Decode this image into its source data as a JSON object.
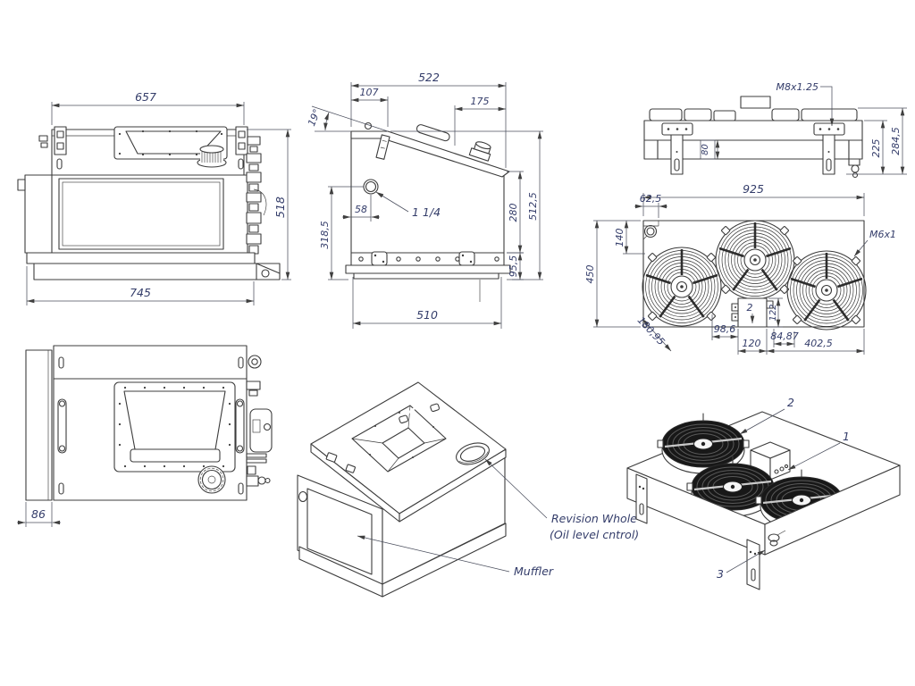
{
  "colors": {
    "line": "#3c3c3c",
    "dim_text": "#343d6a",
    "background": "#ffffff"
  },
  "views": {
    "tank_front": {
      "dim_top_width": "657",
      "dim_side_height": "518",
      "dim_bottom_width": "745"
    },
    "tank_side": {
      "dim_total_width": "522",
      "dim_lid_flat": "107",
      "dim_cap_offset": "175",
      "dim_lid_angle": "19°",
      "dim_wall_height": "280",
      "dim_total_height": "512,5",
      "dim_suction_height": "318,5",
      "dim_port_offset": "58",
      "label_port_size": "1 1/4",
      "dim_base_height": "95,5",
      "dim_base_width": "510"
    },
    "cooler_back": {
      "label_thread": "M8x1.25",
      "dim_inner_height": "225",
      "dim_total_height": "284,5",
      "dim_boxed": "80"
    },
    "cooler_top": {
      "dim_total_width": "925",
      "dim_corner_offset": "62,5",
      "dim_valve_offset": "140",
      "dim_total_depth": "450",
      "label_thread": "M6x1",
      "dim_fan_diagonal": "180,95",
      "dim_fan_to_box": "98,6",
      "dim_box_width": "120",
      "dim_gap": "2",
      "dim_box_depth": "122",
      "dim_box_to_fan": "84,87",
      "dim_fan_span": "402,5"
    },
    "tank_top": {
      "dim_flange_width": "86"
    },
    "tank_iso": {
      "label_revision_1": "Revision Whole",
      "label_revision_2": "(Oil level cntrol)",
      "label_muffler": "Muffler"
    },
    "cooler_iso": {
      "callout_box": "1",
      "callout_fan": "2",
      "callout_bracket": "3"
    }
  }
}
